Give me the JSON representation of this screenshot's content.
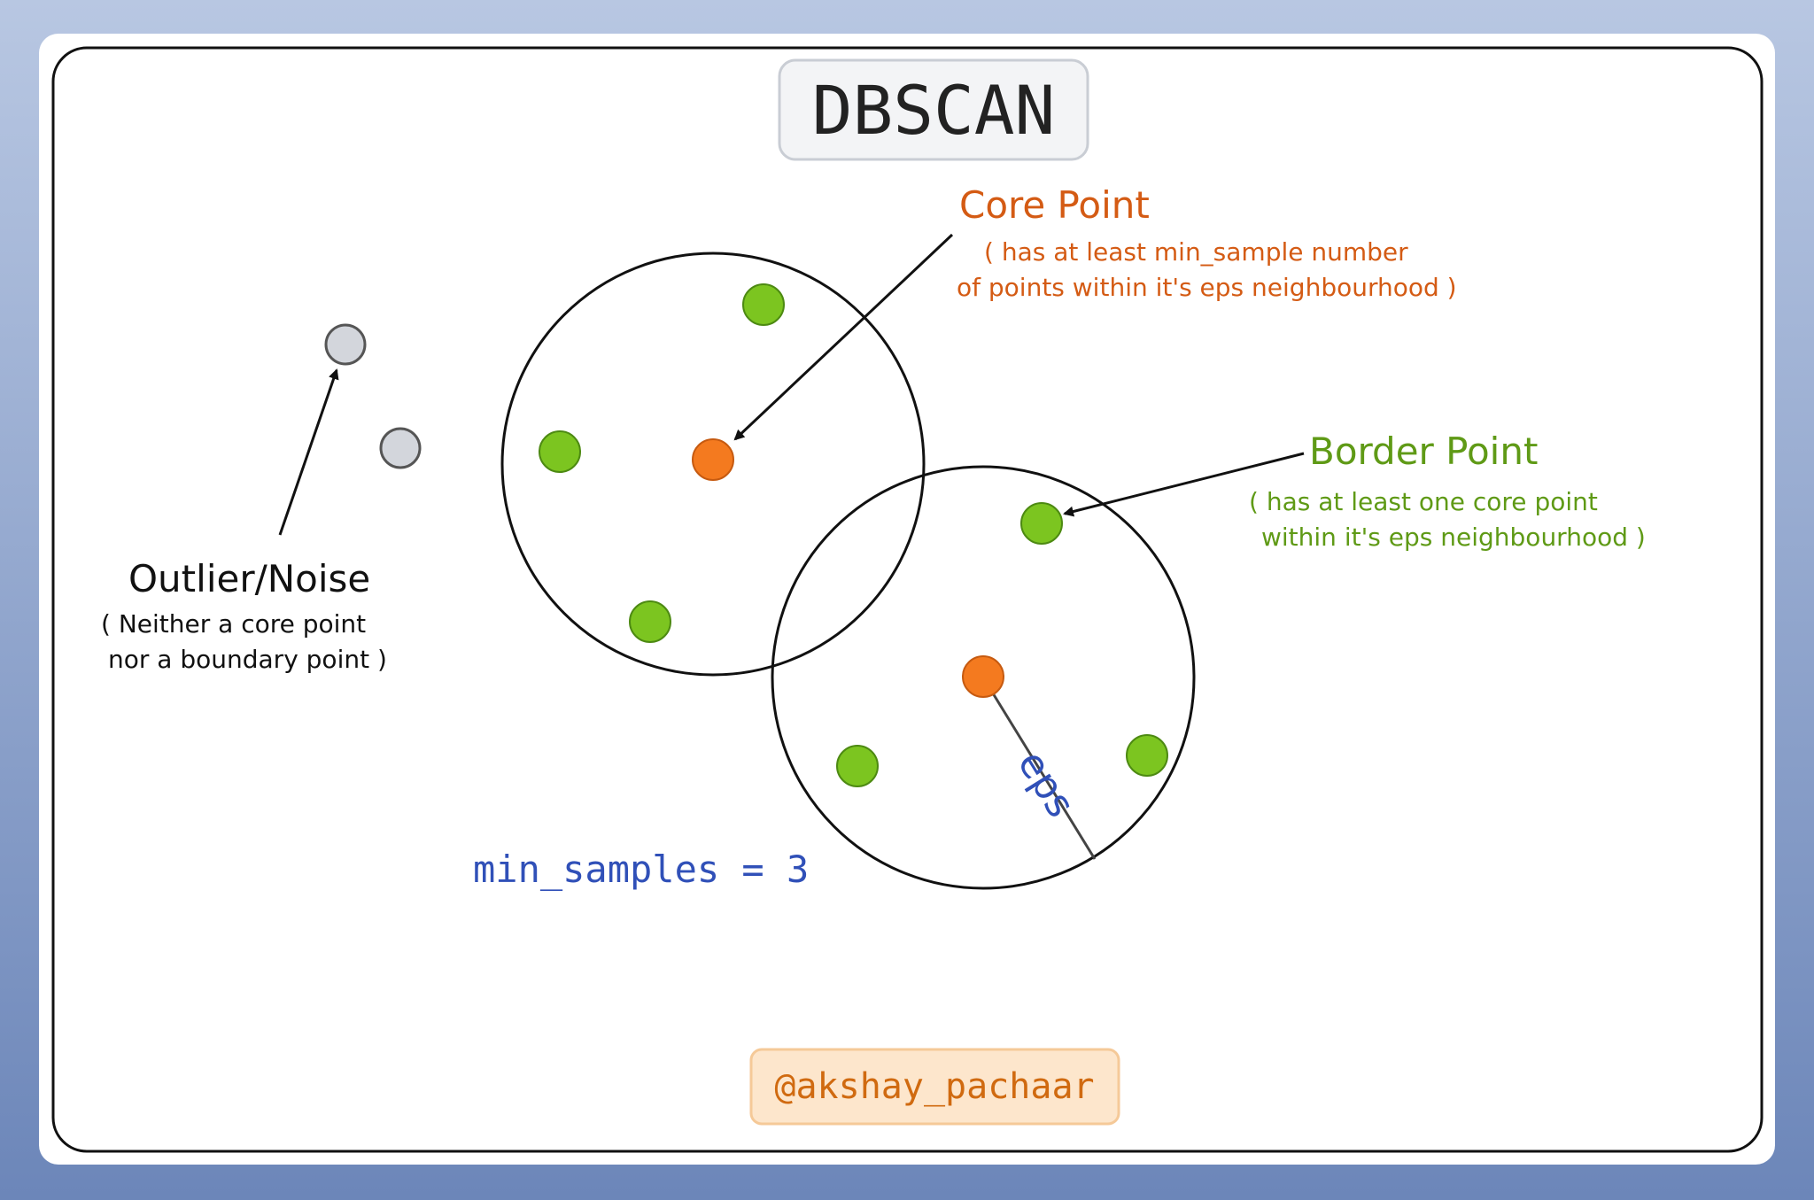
{
  "title": "DBSCAN",
  "core_point": {
    "label": "Core Point",
    "desc_line1": "( has at least min_sample number",
    "desc_line2": "of points within it's eps neighbourhood )"
  },
  "border_point": {
    "label": "Border Point",
    "desc_line1": "( has at least one core point",
    "desc_line2": "within it's eps neighbourhood )"
  },
  "outlier": {
    "label": "Outlier/Noise",
    "desc_line1": "( Neither a core point",
    "desc_line2": "nor a boundary point )"
  },
  "eps_label": "eps",
  "min_samples_text": "min_samples = 3",
  "credit": "@akshay_pachaar",
  "colors": {
    "core": "#f47a1f",
    "border": "#7cc520",
    "noise": "#d3d6dc",
    "core_text": "#d45b14",
    "border_text": "#5f9a16",
    "param_text": "#3050b8",
    "credit_text": "#d06a10"
  }
}
